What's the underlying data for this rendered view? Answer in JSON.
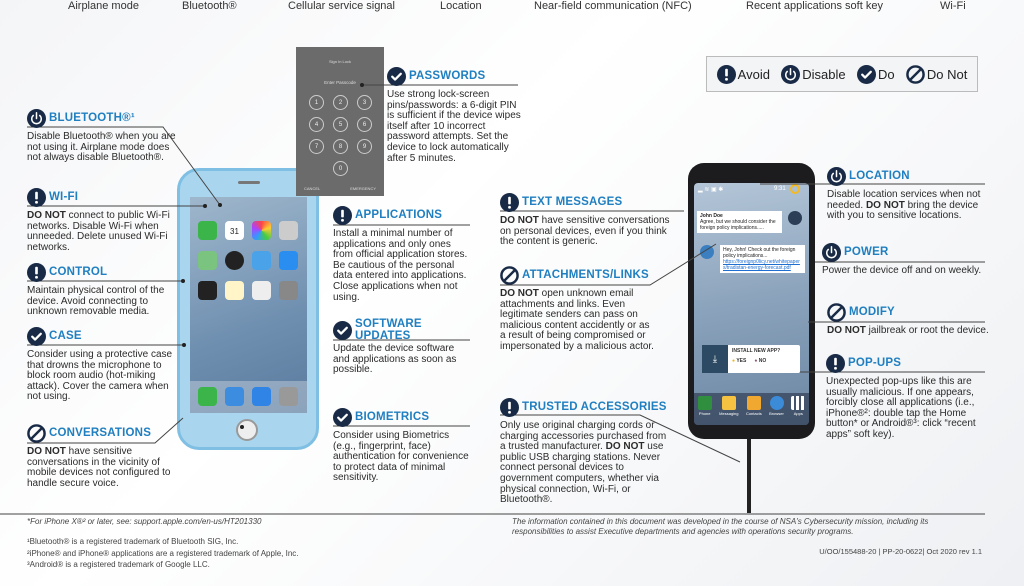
{
  "top_legend": [
    "Airplane mode",
    "Bluetooth®",
    "Cellular service signal",
    "Location",
    "Near-field communication (NFC)",
    "Recent applications soft key",
    "Wi-Fi"
  ],
  "legend": [
    {
      "icon": "avoid",
      "label": "Avoid"
    },
    {
      "icon": "disable",
      "label": "Disable"
    },
    {
      "icon": "do",
      "label": "Do"
    },
    {
      "icon": "donot",
      "label": "Do Not"
    }
  ],
  "sections": [
    {
      "id": "bluetooth",
      "icon": "disable",
      "title": "BLUETOOTH®¹",
      "body": [
        {
          "t": "Disable Bluetooth® when you are not using it. Airplane mode does not always disable Bluetooth®."
        }
      ]
    },
    {
      "id": "wifi",
      "icon": "avoid",
      "title": "WI-FI",
      "body": [
        {
          "b": true,
          "t": "DO NOT"
        },
        {
          "t": " connect to public Wi-Fi networks. Disable Wi-Fi when unneeded. Delete unused Wi-Fi networks."
        }
      ]
    },
    {
      "id": "control",
      "icon": "avoid",
      "title": "CONTROL",
      "body": [
        {
          "t": "Maintain physical control of the device. Avoid connecting to unknown removable media."
        }
      ]
    },
    {
      "id": "case",
      "icon": "do",
      "title": "CASE",
      "body": [
        {
          "t": "Consider using a protective case that drowns the microphone to block room audio (hot-miking attack). Cover the camera when not using."
        }
      ]
    },
    {
      "id": "conversations",
      "icon": "donot",
      "title": "CONVERSATIONS",
      "body": [
        {
          "b": true,
          "t": "DO NOT"
        },
        {
          "t": " have sensitive conversations in the vicinity of mobile devices not configured to handle secure voice."
        }
      ]
    },
    {
      "id": "passwords",
      "icon": "do",
      "title": "PASSWORDS",
      "body": [
        {
          "t": "Use strong lock-screen pins/passwords: a 6-digit PIN is sufficient if the device wipes itself after 10 incorrect password attempts. Set the device to lock automatically after 5 minutes."
        }
      ]
    },
    {
      "id": "applications",
      "icon": "avoid",
      "title": "APPLICATIONS",
      "body": [
        {
          "t": "Install a minimal number of applications and only ones from official application stores. Be cautious of the personal data entered into applications. Close applications when not using."
        }
      ]
    },
    {
      "id": "software-updates",
      "icon": "do",
      "title": "SOFTWARE UPDATES",
      "body": [
        {
          "t": "Update the device software and applications as soon as possible."
        }
      ]
    },
    {
      "id": "biometrics",
      "icon": "do",
      "title": "BIOMETRICS",
      "body": [
        {
          "t": "Consider using Biometrics (e.g., fingerprint, face) authentication for convenience to protect data of minimal sensitivity."
        }
      ]
    },
    {
      "id": "text-messages",
      "icon": "avoid",
      "title": "TEXT MESSAGES",
      "body": [
        {
          "b": true,
          "t": "DO NOT"
        },
        {
          "t": " have sensitive conversations on personal devices, even if you think the content is generic."
        }
      ]
    },
    {
      "id": "attachments-links",
      "icon": "donot",
      "title": "ATTACHMENTS/LINKS",
      "body": [
        {
          "b": true,
          "t": "DO NOT"
        },
        {
          "t": " open unknown email attachments and links. Even legitimate senders can pass on malicious content accidently or as a result of being compromised or impersonated by a malicious actor."
        }
      ]
    },
    {
      "id": "trusted-accessories",
      "icon": "avoid",
      "title": "TRUSTED ACCESSORIES",
      "body": [
        {
          "t": "Only use original charging cords or charging accessories purchased from a trusted manufacturer. "
        },
        {
          "b": true,
          "t": "DO NOT"
        },
        {
          "t": " use public USB charging stations. Never connect personal devices to government computers, whether via physical connection, Wi-Fi, or Bluetooth®."
        }
      ]
    },
    {
      "id": "location",
      "icon": "disable",
      "title": "LOCATION",
      "body": [
        {
          "t": "Disable location services when not needed. "
        },
        {
          "b": true,
          "t": "DO NOT"
        },
        {
          "t": " bring the device with you to sensitive locations."
        }
      ]
    },
    {
      "id": "power",
      "icon": "disable",
      "title": "POWER",
      "body": [
        {
          "t": "Power the device off and on weekly."
        }
      ]
    },
    {
      "id": "modify",
      "icon": "donot",
      "title": "MODIFY",
      "body": [
        {
          "b": true,
          "t": "DO NOT"
        },
        {
          "t": " jailbreak or root the device."
        }
      ]
    },
    {
      "id": "pop-ups",
      "icon": "avoid",
      "title": "POP-UPS",
      "body": [
        {
          "t": "Unexpected pop-ups like this are usually malicious. If one appears, forcibly close all applications (i.e., iPhone®²: double tap the Home button* or Android®³: click “recent apps” soft key)."
        }
      ]
    }
  ],
  "lock_screen": {
    "title": "Sign In Lock",
    "prompt": "Enter Passcode",
    "keys": [
      "1",
      "2",
      "3",
      "4",
      "5",
      "6",
      "7",
      "8",
      "9",
      "0"
    ],
    "cancel": "CANCEL",
    "emergency": "EMERGENCY"
  },
  "android": {
    "time": "9:31",
    "msg1_sender": "John Doe",
    "msg1_text": "Agree, but we should consider the foreign policy implications.....",
    "msg2_text": "Hey, John! Check out the foreign policy implications...",
    "msg2_link": "https://foreignp0licy.net/whitepapers/tradistan-energy-forecast.pdf",
    "popup_title": "INSTALL NEW APP?",
    "popup_yes": "YES",
    "popup_no": "NO",
    "dock": [
      "Phone",
      "Messaging",
      "Contacts",
      "Browser",
      "Apps"
    ]
  },
  "iphone_calendar_day": "31",
  "footer": {
    "note": "*For iPhone X®² or later, see: support.apple.com/en-us/HT201330",
    "tm1": "¹Bluetooth® is a registered trademark of Bluetooth SIG, Inc.",
    "tm2": "²iPhone® and iPhone® applications are a registered trademark of Apple, Inc.",
    "tm3": "³Android® is a registered trademark of Google LLC.",
    "disclaimer": "The information contained in this document was developed in the course of NSA's Cybersecurity mission, including its responsibilities to assist Executive departments and agencies with operations security programs.",
    "doc_id": "U/OO/155488-20 | PP-20-0622| Oct 2020 rev 1.1"
  },
  "colors": {
    "navy": "#182a45",
    "heading": "#1f7fc0",
    "iphone": "#a9d6ee"
  }
}
